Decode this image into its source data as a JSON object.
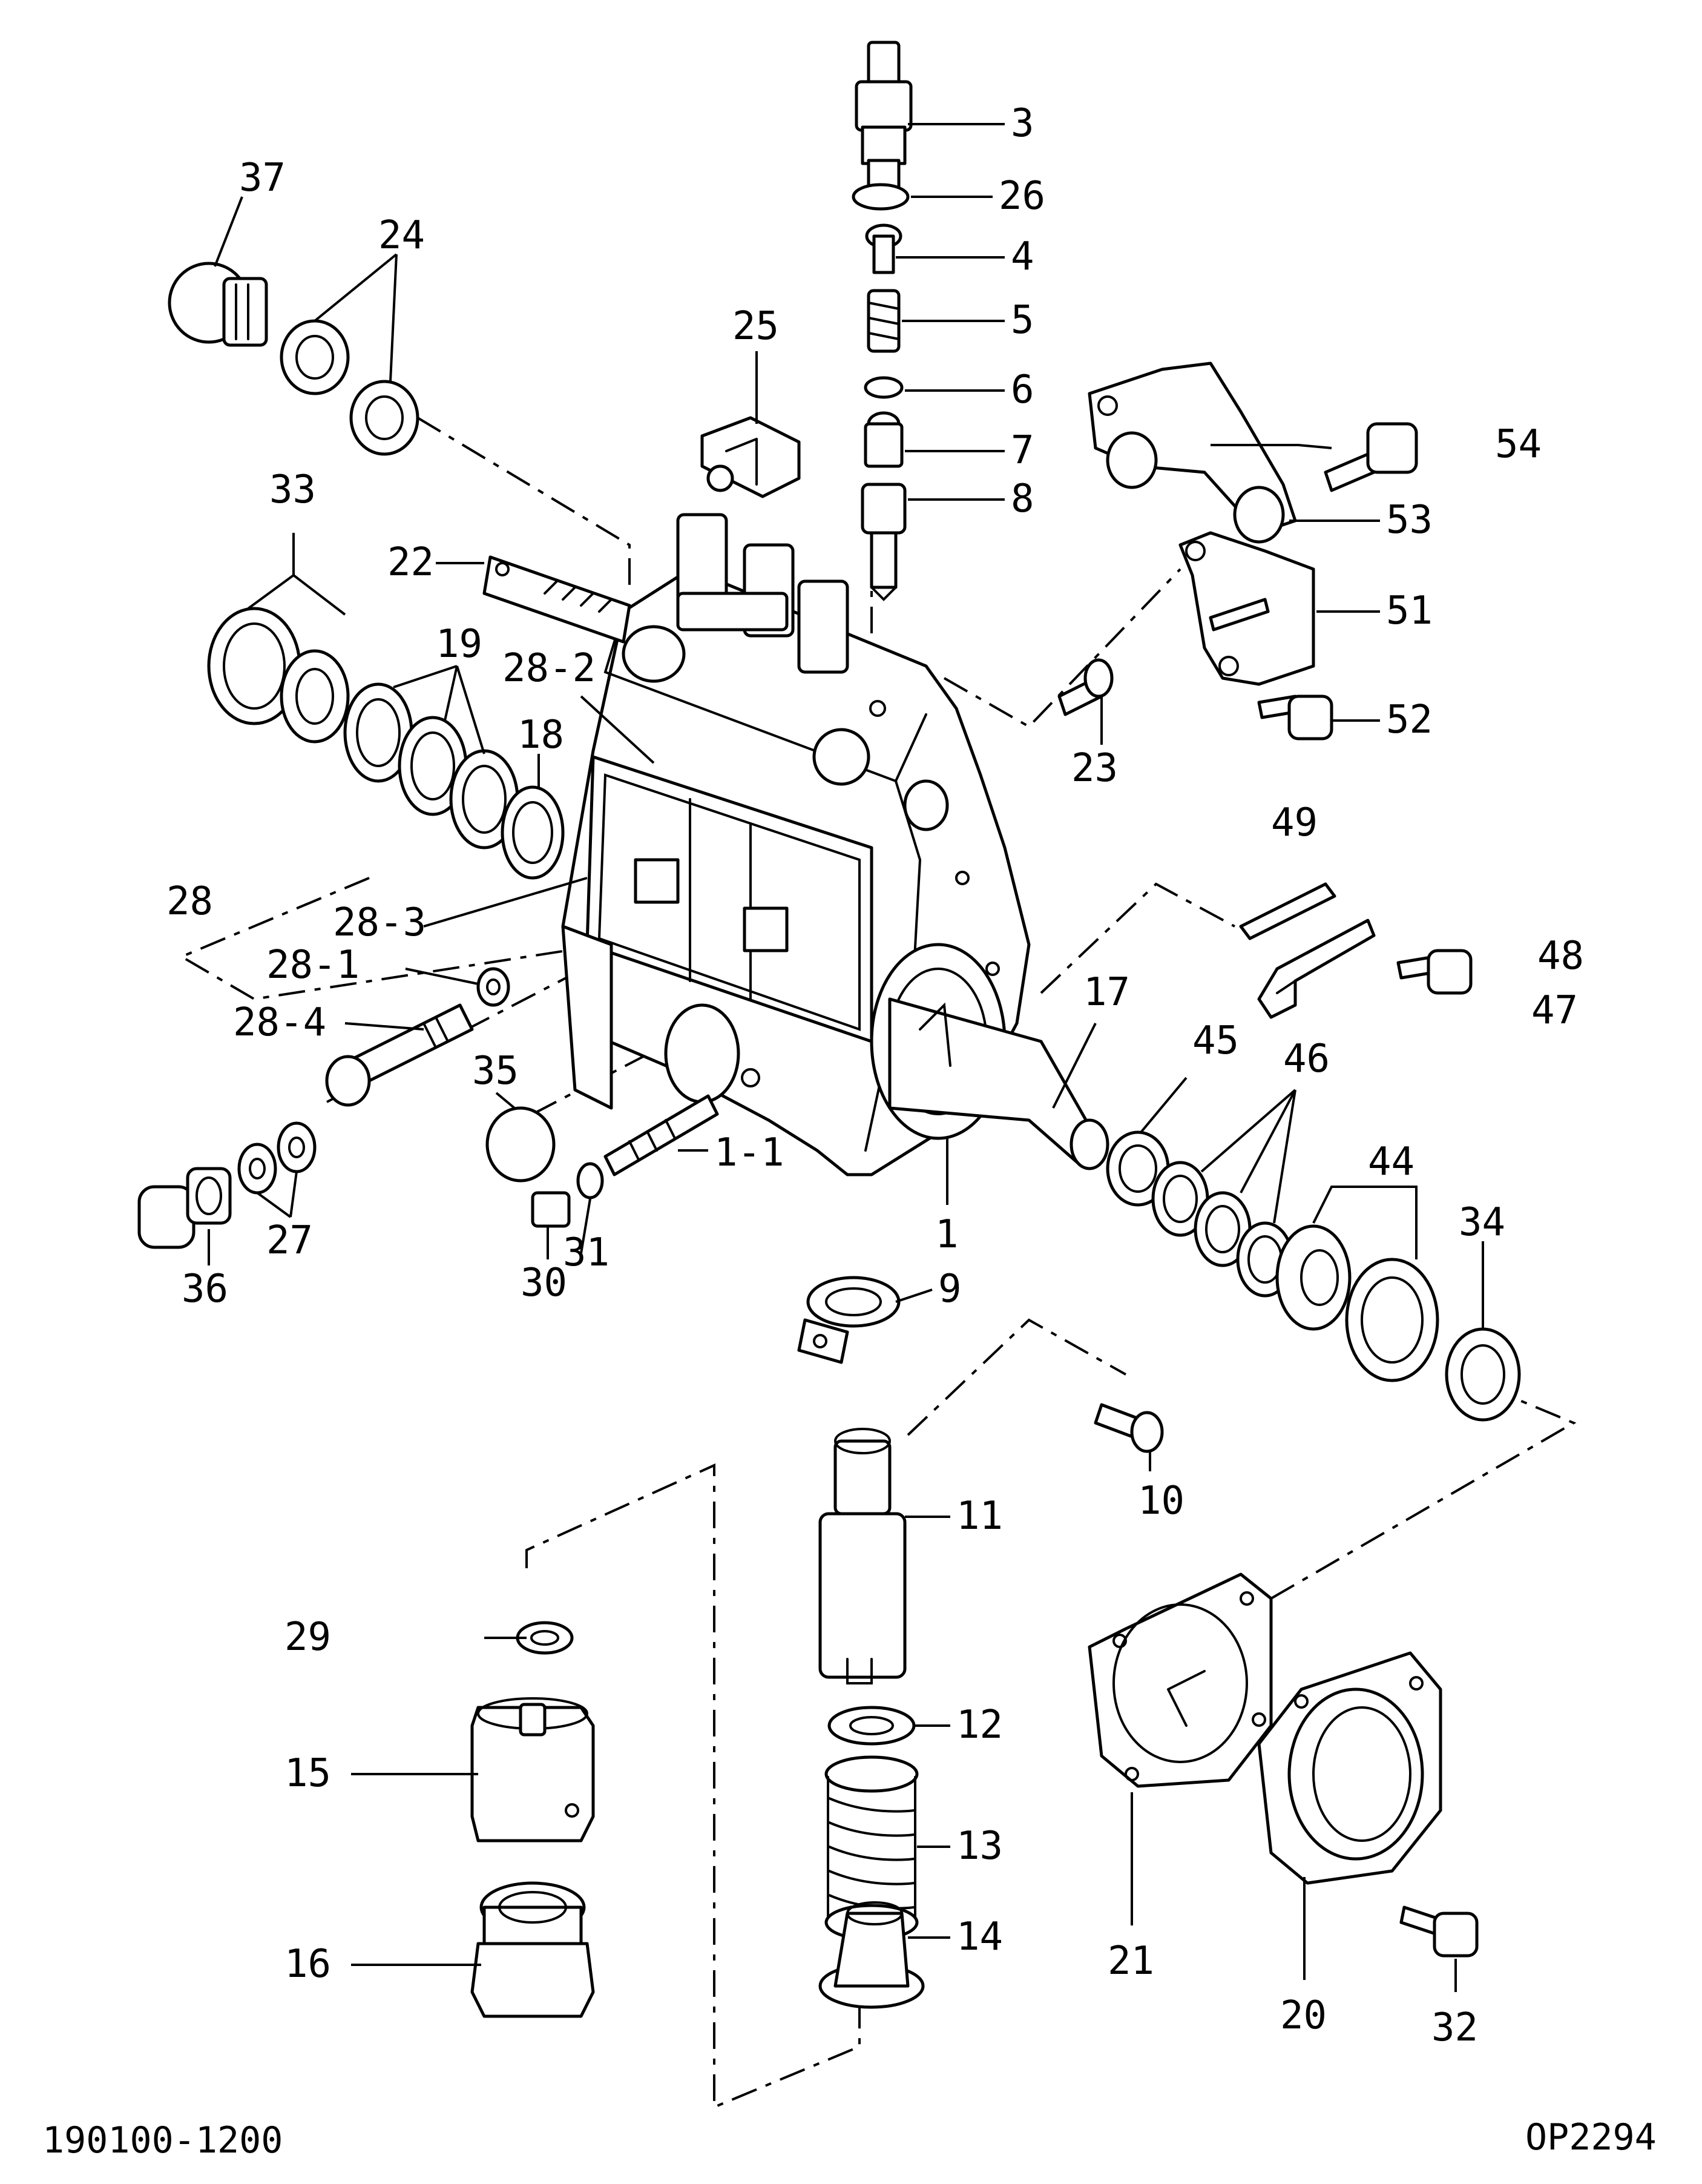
{
  "diagram": {
    "labels": {
      "p1": "1",
      "p1_1": "1-1",
      "p3": "3",
      "p4": "4",
      "p5": "5",
      "p6": "6",
      "p7": "7",
      "p8": "8",
      "p9": "9",
      "p10": "10",
      "p11": "11",
      "p12": "12",
      "p13": "13",
      "p14": "14",
      "p15": "15",
      "p16": "16",
      "p17": "17",
      "p18": "18",
      "p19": "19",
      "p20": "20",
      "p21": "21",
      "p22": "22",
      "p23": "23",
      "p24": "24",
      "p25": "25",
      "p26": "26",
      "p27": "27",
      "p28": "28",
      "p28_1": "28-1",
      "p28_2": "28-2",
      "p28_3": "28-3",
      "p28_4": "28-4",
      "p29": "29",
      "p30": "30",
      "p31": "31",
      "p32": "32",
      "p33": "33",
      "p34": "34",
      "p35": "35",
      "p36": "36",
      "p37": "37",
      "p44": "44",
      "p45": "45",
      "p46": "46",
      "p47": "47",
      "p48": "48",
      "p49": "49",
      "p51": "51",
      "p52": "52",
      "p53": "53",
      "p54": "54"
    },
    "footer": {
      "left_code": "190100-1200",
      "right_code": "OP2294"
    }
  }
}
